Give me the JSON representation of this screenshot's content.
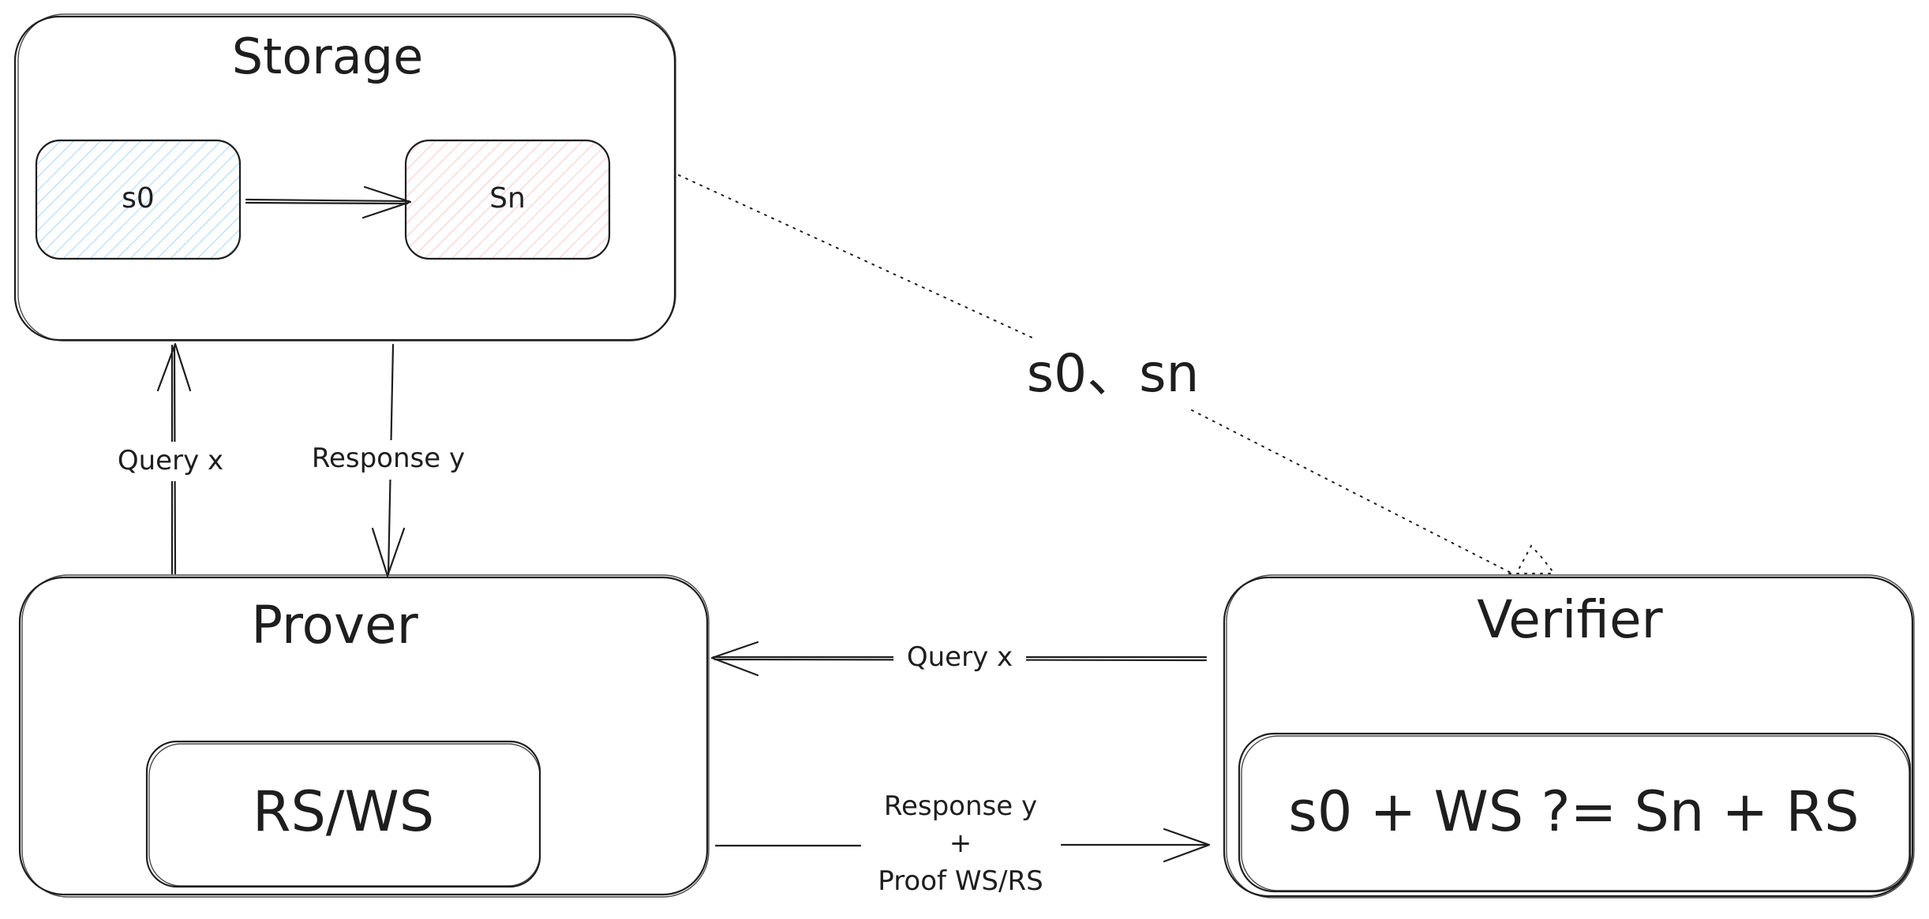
{
  "storage": {
    "title": "Storage",
    "s0": "s0",
    "sn": "Sn",
    "s0_fill": "#a5d8ff",
    "sn_fill": "#ffc9c9"
  },
  "prover": {
    "title": "Prover",
    "inner": "RS/WS"
  },
  "verifier": {
    "title": "Verifier",
    "inner": "s0 + WS ?= Sn + RS"
  },
  "edges": {
    "storage_to_verifier": "s0、sn",
    "prover_query": "Query x",
    "storage_response": "Response y",
    "verifier_query": "Query x",
    "prover_response_line1": "Response y",
    "prover_response_line2": "+",
    "prover_response_line3": "Proof WS/RS"
  }
}
